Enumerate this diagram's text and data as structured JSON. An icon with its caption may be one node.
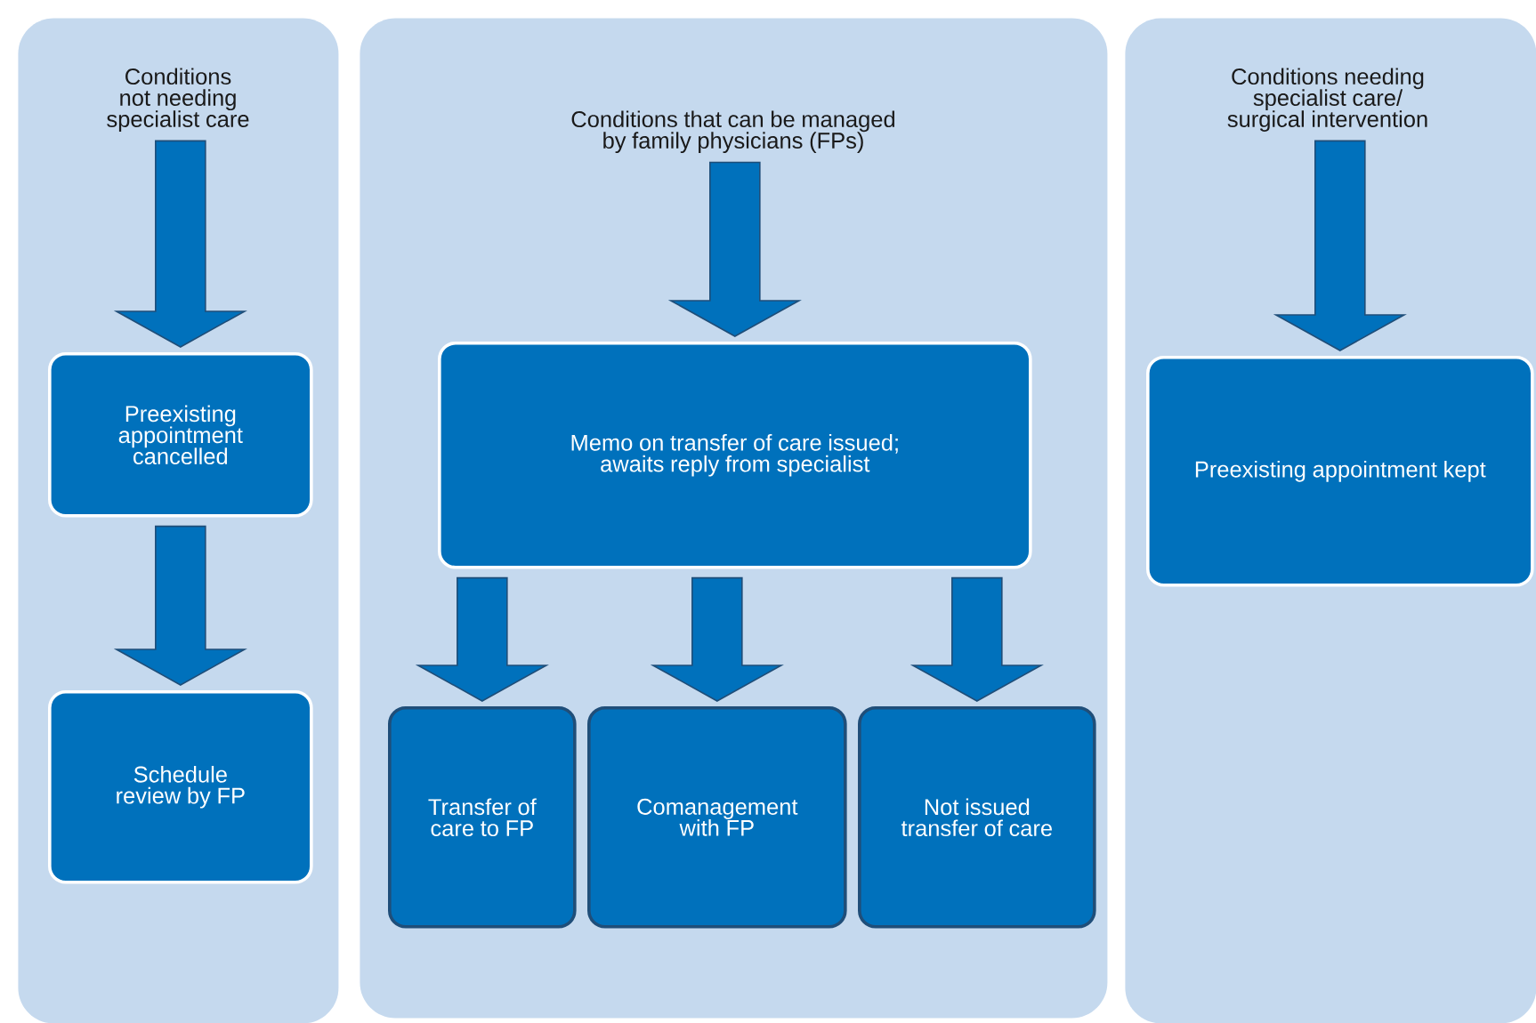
{
  "diagram": {
    "nodes": [
      {
        "text": [],
        "shape": "box"
      },
      {
        "text": [
          "Conditions not needing specialist care"
        ],
        "in": 0
      },
      {
        "text": [
          "Preexisting appointment cancelled"
        ],
        "in": 0
      },
      {
        "text": [
          "Schedule review by FP"
        ],
        "in": 0
      },
      {
        "text": [],
        "shape": "box"
      },
      {
        "text": [
          "Conditions that can be managed by family physicians (FPs)"
        ],
        "in": 4
      },
      {
        "text": [
          "Memo on transfer of care issued; awaits reply from specialist"
        ],
        "in": 4
      },
      {
        "text": [
          "Transfer of care to FP"
        ],
        "in": 4
      },
      {
        "text": [
          "Comanagement with FP"
        ],
        "in": 4
      },
      {
        "text": [
          "Not issued transfer of care"
        ],
        "in": 4
      },
      {
        "text": [],
        "shape": "box"
      },
      {
        "text": [
          "Conditions needing specialist care/ surgical intervention"
        ],
        "in": 10
      },
      {
        "text": [
          "Preexisting appointment kept"
        ],
        "in": 10
      }
    ],
    "edges": [
      {
        "from": 1,
        "to": 2,
        "arrow": "to"
      },
      {
        "from": 2,
        "to": 3,
        "arrow": "to"
      },
      {
        "from": 5,
        "to": 6,
        "arrow": "to"
      },
      {
        "from": 6,
        "to": 7,
        "arrow": "to"
      },
      {
        "from": 6,
        "to": 8,
        "arrow": "to"
      },
      {
        "from": 6,
        "to": 9,
        "arrow": "to"
      },
      {
        "from": 11,
        "to": 12,
        "arrow": "to"
      }
    ]
  }
}
